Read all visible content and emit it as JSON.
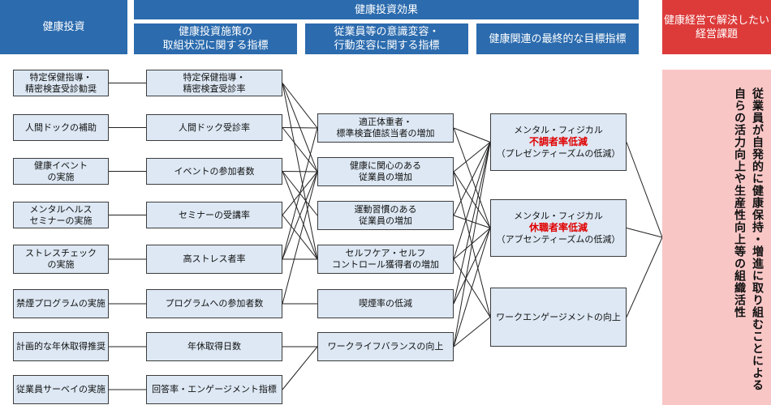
{
  "headers": {
    "health_investment": "健康投資",
    "investment_effect": "健康投資効果",
    "col_measures": "健康投資施策の\n取組状況に関する指標",
    "col_awareness": "従業員等の意識変容・\n行動変容に関する指標",
    "col_final": "健康関連の最終的な目標指標",
    "issue": "健康経営で解決したい\n経営課題"
  },
  "investments": [
    "特定保健指導・\n精密検査受診勧奨",
    "人間ドックの補助",
    "健康イベント\nの実施",
    "メンタルヘルス\nセミナーの実施",
    "ストレスチェック\nの実施",
    "禁煙プログラムの実施",
    "計画的な年休取得推奨",
    "従業員サーベイの実施"
  ],
  "measures": [
    "特定保健指導・\n精密検査受診率",
    "人間ドック受診率",
    "イベントの参加者数",
    "セミナーの受講率",
    "高ストレス者率",
    "プログラムへの参加者数",
    "年休取得日数",
    "回答率・エンゲージメント指標"
  ],
  "awareness": [
    "適正体重者・\n標準検査値該当者の増加",
    "健康に関心のある\n従業員の増加",
    "運動習慣のある\n従業員の増加",
    "セルフケア・セルフ\nコントロール獲得者の増加",
    "喫煙率の低減",
    "ワークライフバランスの向上"
  ],
  "final": [
    {
      "line1": "メンタル・フィジカル",
      "highlight": "不調者率低減",
      "line3": "（プレゼンティーズムの低減）"
    },
    {
      "line1": "メンタル・フィジカル",
      "highlight": "休職者率低減",
      "line3": "（アブセンティーズムの低減）"
    },
    {
      "line1": "ワークエンゲージメントの向上",
      "highlight": "",
      "line3": ""
    }
  ],
  "goal": "従業員が自発的に健康保持・増進に取り組むことによる\n自らの活力向上や生産性向上等の組織活性",
  "colors": {
    "header_blue": "#2b6bae",
    "header_red": "#dc3b3a",
    "box_fill": "#dde8f4",
    "goal_fill": "#f9c6c6",
    "highlight": "#e00000"
  }
}
